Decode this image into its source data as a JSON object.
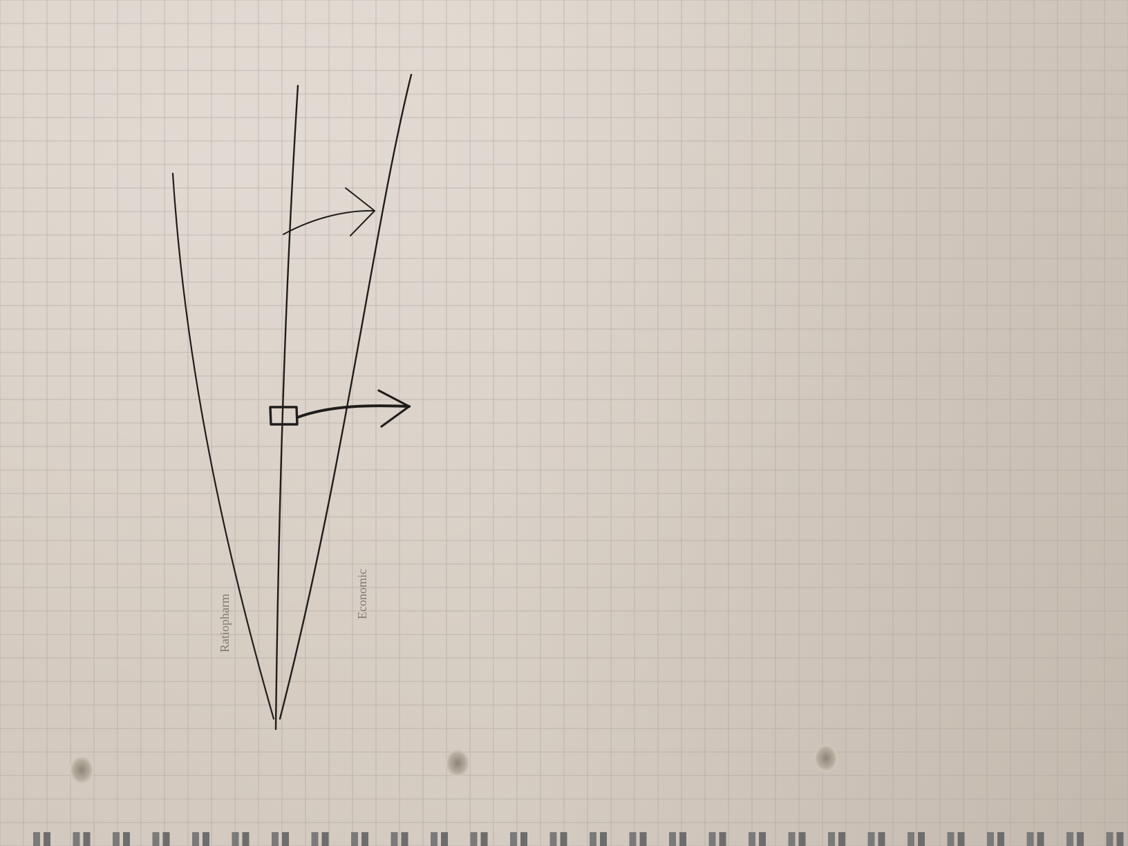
{
  "photo": {
    "subject": "graph-paper notebook page with hand-drawn curves and arrows",
    "colors": {
      "paper": "#ddd3c8",
      "grid": "#a8a39d",
      "ink": "#1f1d1b",
      "pencil": "#5f5a55",
      "spiral": "#7a7a7a"
    },
    "handwriting": [
      {
        "id": "label-left",
        "text": "Ratiopharm"
      },
      {
        "id": "label-right",
        "text": "Economic"
      }
    ]
  }
}
